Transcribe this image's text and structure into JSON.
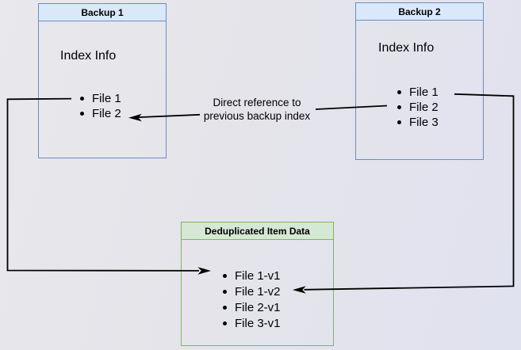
{
  "diagram": {
    "backup1": {
      "title": "Backup 1",
      "section_label": "Index Info",
      "files": [
        "File 1",
        "File 2"
      ]
    },
    "backup2": {
      "title": "Backup 2",
      "section_label": "Index Info",
      "files": [
        "File 1",
        "File 2",
        "File 3"
      ]
    },
    "dedup_store": {
      "title": "Deduplicated Item Data",
      "files": [
        "File 1-v1",
        "File 1-v2",
        "File 2-v1",
        "File 3-v1"
      ]
    },
    "annotation": {
      "line1": "Direct reference to",
      "line2": "previous backup index"
    },
    "colors": {
      "backup_header_fill": "#dae8fc",
      "backup_border": "#6c8ebf",
      "dedup_header_fill": "#d5e8d4",
      "dedup_border": "#82b366",
      "connector": "#000000"
    }
  }
}
